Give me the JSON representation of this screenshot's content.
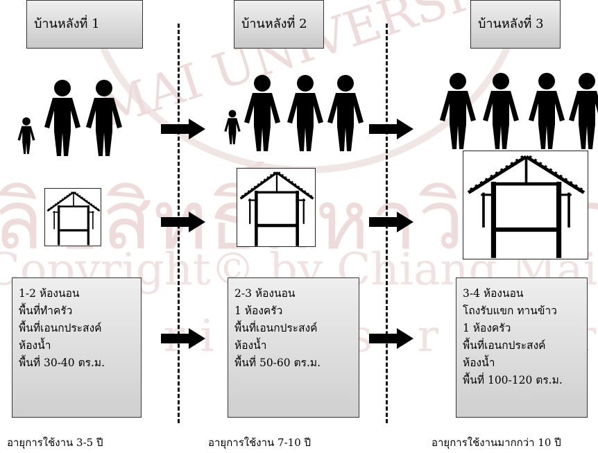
{
  "houses": [
    {
      "title": "บ้านหลังที่ 1",
      "info_lines": [
        "1-2 ห้องนอน",
        "พื้นที่ทำครัว",
        "พื้นที่เอนกประสงค์",
        "ห้องน้ำ",
        "พื้นที่ 30-40 ตร.ม."
      ],
      "lifespan": "อายุการใช้งาน 3-5 ปี",
      "people": [
        "child",
        "adult",
        "adult"
      ]
    },
    {
      "title": "บ้านหลังที่ 2",
      "info_lines": [
        "2-3 ห้องนอน",
        "1 ห้องครัว",
        "พื้นที่เอนกประสงค์",
        "ห้องน้ำ",
        "พื้นที่ 50-60 ตร.ม."
      ],
      "lifespan": "อายุการใช้งาน 7-10 ปี",
      "people": [
        "child",
        "adult",
        "adult",
        "adult"
      ]
    },
    {
      "title": "บ้านหลังที่ 3",
      "info_lines": [
        "3-4 ห้องนอน",
        "โถงรับแขก ทานข้าว",
        "1 ห้องครัว",
        "พื้นที่เอนกประสงค์",
        "ห้องน้ำ",
        "พื้นที่ 100-120 ตร.ม."
      ],
      "lifespan": "อายุการใช้งานมากกว่า 10 ปี",
      "people": [
        "adult",
        "adult",
        "adult",
        "adult"
      ]
    }
  ],
  "watermark": {
    "thai": "ลิขสิทธิ์มหาวิทยาลัยเชียงใหม่",
    "copyright": "Copyright© by Chiang Mai University",
    "rights": "All rights reserved",
    "university": "MAI UNIVERSITY"
  }
}
